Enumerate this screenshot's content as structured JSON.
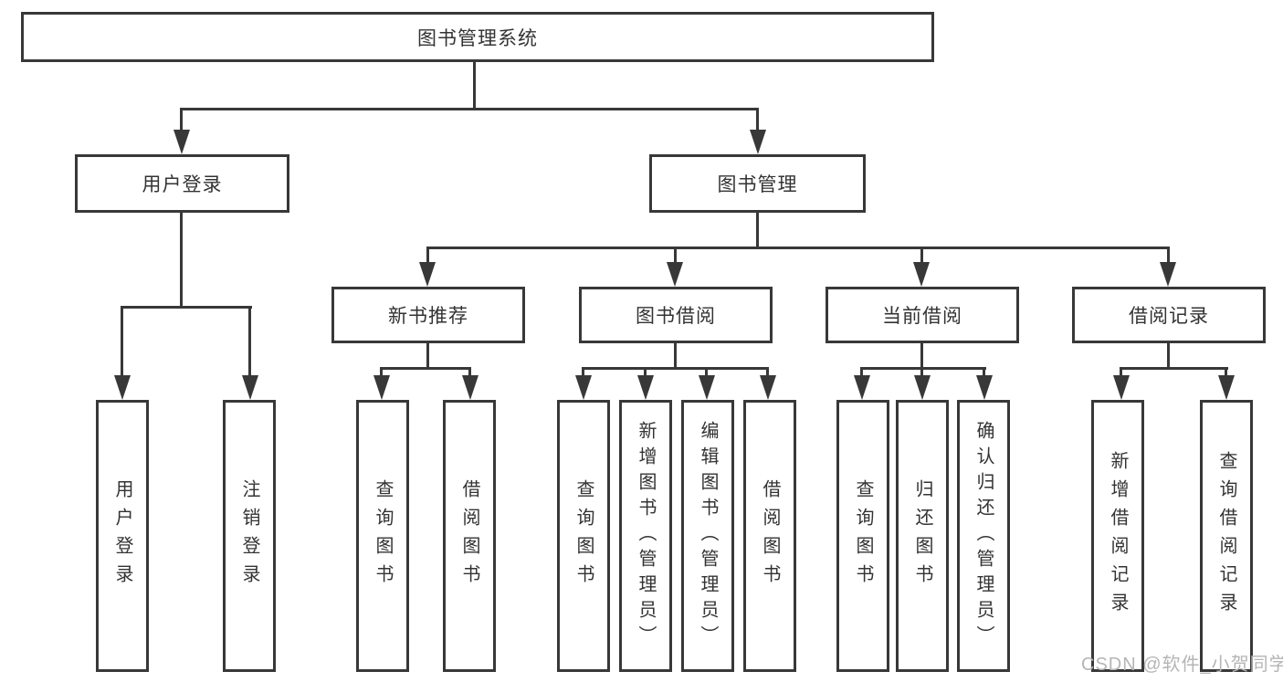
{
  "diagram": {
    "title": "图书管理系统",
    "nodes": {
      "root": "图书管理系统",
      "user_login": "用户登录",
      "book_mgmt": "图书管理",
      "new_book_rec": "新书推荐",
      "book_borrow": "图书借阅",
      "current_borrow": "当前借阅",
      "borrow_records": "借阅记录"
    },
    "leaves": {
      "user_login": [
        "用户登录",
        "注销登录"
      ],
      "new_book_rec": [
        "查询图书",
        "借阅图书"
      ],
      "book_borrow": [
        "查询图书",
        "新增图书（管理员）",
        "编辑图书（管理员）",
        "借阅图书"
      ],
      "current_borrow": [
        "查询图书",
        "归还图书",
        "确认归还（管理员）"
      ],
      "borrow_records": [
        "新增借阅记录",
        "查询借阅记录"
      ]
    },
    "colors": {
      "line": "#383838",
      "text": "#333333",
      "watermark": "#b5b5b5"
    },
    "watermark": "CSDN @软件_小贺同学"
  }
}
